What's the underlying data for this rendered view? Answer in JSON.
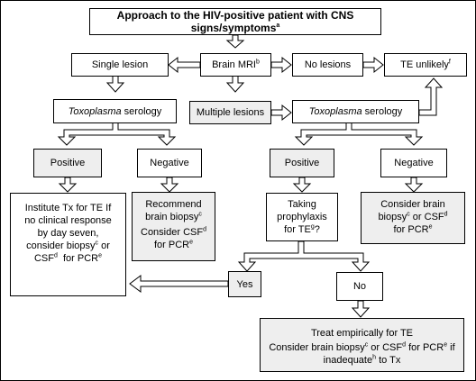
{
  "title": {
    "text": "Approach to the HIV-positive patient with CNS signs/symptoms",
    "sup": "a"
  },
  "single_lesion": "Single lesion",
  "brain_mri": {
    "text": "Brain MRI",
    "sup": "b"
  },
  "no_lesions": "No lesions",
  "te_unlikely": {
    "text": "TE unlikely",
    "sup": "f"
  },
  "left_serology": {
    "italic": "Toxoplasma",
    "rest": " serology"
  },
  "multiple_lesions": "Multiple lesions",
  "right_serology": {
    "italic": "Toxoplasma",
    "rest": " serology"
  },
  "left_positive": "Positive",
  "left_negative": "Negative",
  "right_positive": "Positive",
  "right_negative": "Negative",
  "institute_tx": {
    "l1": "Institute Tx for TE If",
    "l2": "no clinical response",
    "l3": "by day seven,",
    "l4a": "consider biopsy",
    "l4sup": "c",
    "l4b": " or",
    "l5a": "CSF",
    "l5sup1": "d",
    "l5b": "  for PCR",
    "l5sup2": "e"
  },
  "recommend_biopsy": {
    "l1": "Recommend",
    "l2a": "brain biopsy",
    "l2sup": "c",
    "l3a": "Consider CSF",
    "l3sup": "d",
    "l4a": "for PCR",
    "l4sup": "e"
  },
  "taking_prophylaxis": {
    "l1": "Taking",
    "l2": "prophylaxis",
    "l3a": "for TE",
    "l3sup": "g",
    "l3b": "?"
  },
  "consider_biopsy_right": {
    "l1": "Consider brain",
    "l2a": "biopsy",
    "l2sup1": "c",
    "l2b": " or CSF",
    "l2sup2": "d",
    "l3a": "for PCR",
    "l3sup": "e"
  },
  "yes": "Yes",
  "no": "No",
  "treat_empirically": {
    "l1": "Treat empirically for TE",
    "l2a": "Consider brain biopsy",
    "l2sup1": "c",
    "l2b": " or CSF",
    "l2sup2": "d",
    "l2c": " for PCR",
    "l2sup3": "e",
    "l2d": " if",
    "l3a": "inadequate",
    "l3sup": "h",
    "l3b": " to Tx"
  },
  "colors": {
    "shaded": "#eeeeee",
    "border": "#000000",
    "background": "#ffffff"
  }
}
